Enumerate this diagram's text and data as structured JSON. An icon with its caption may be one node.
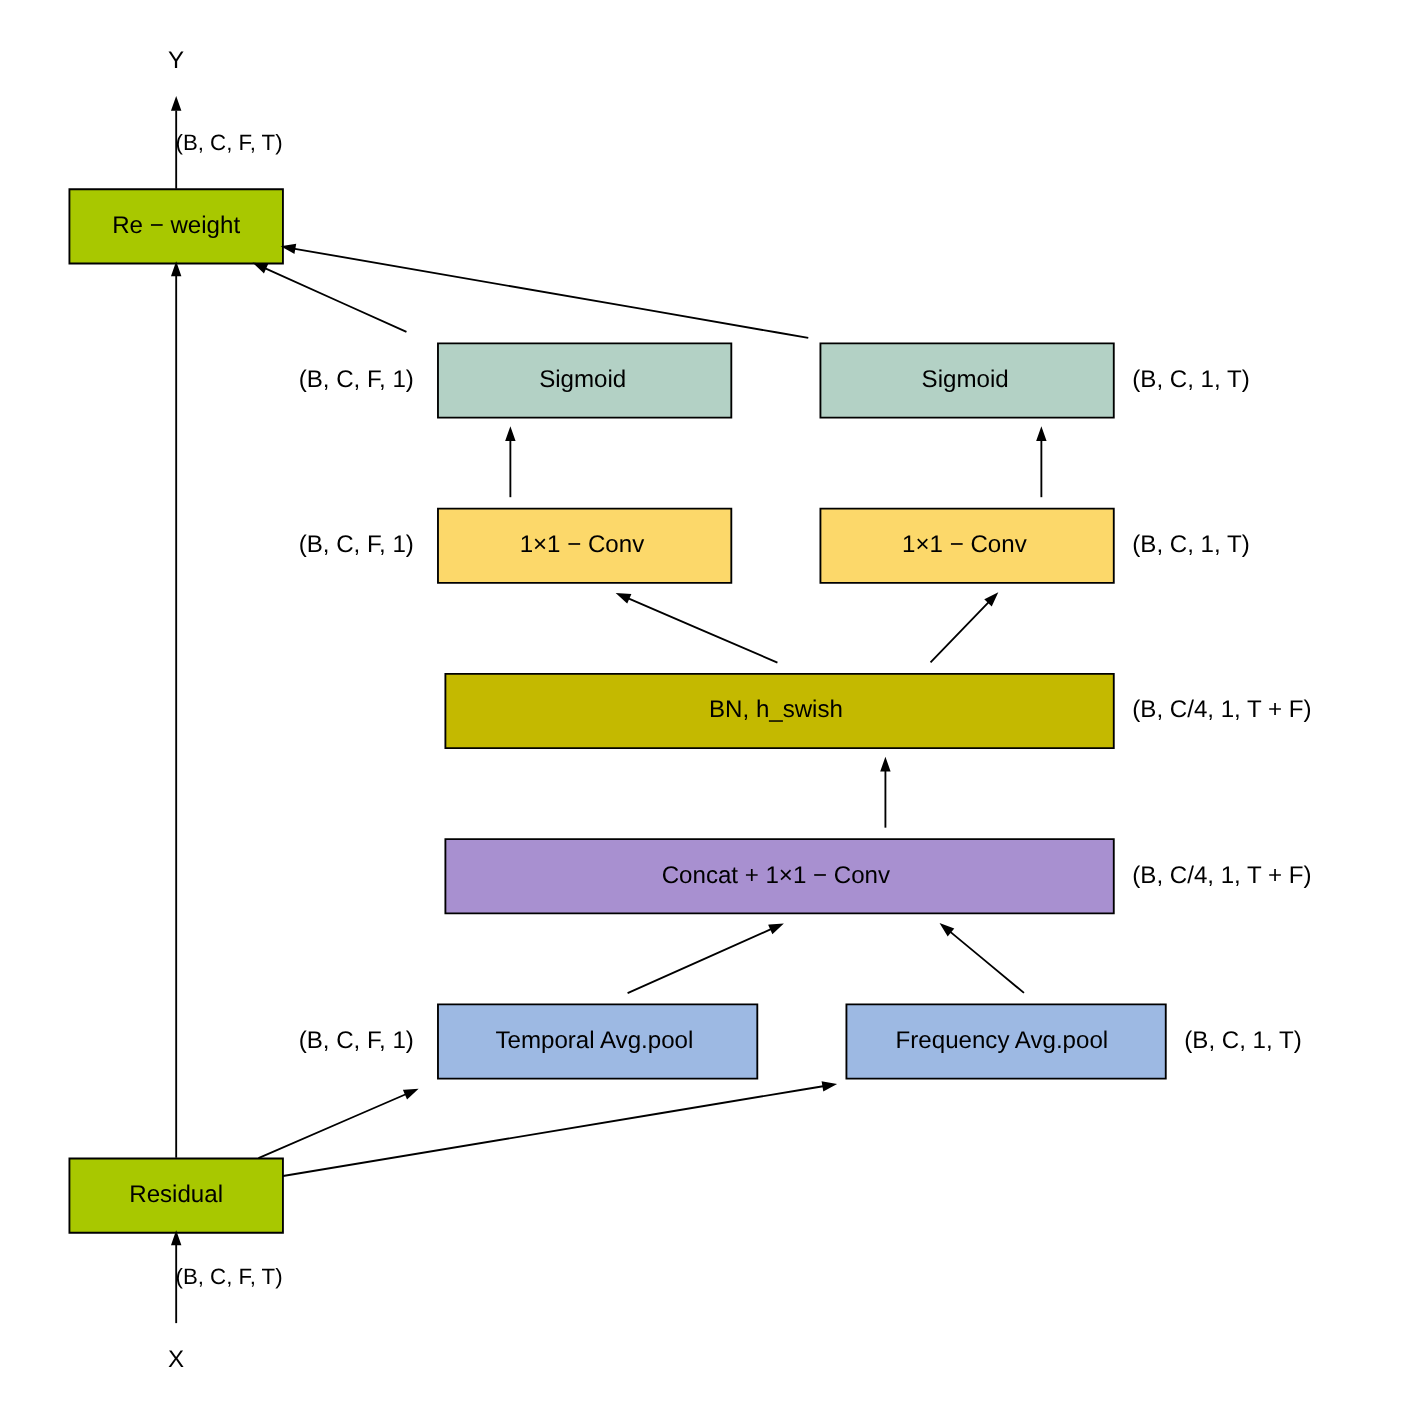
{
  "diagram": {
    "nodes": [
      {
        "text": [
          "Y"
        ]
      },
      {
        "text": [
          "Re − weight"
        ]
      },
      {
        "text": [
          "Sigmoid"
        ],
        "beside": [
          "(B, C, F, 1)"
        ]
      },
      {
        "text": [
          "Sigmoid"
        ],
        "beside": [
          "(B, C, 1, T)"
        ]
      },
      {
        "text": [
          "1×1 − Conv"
        ],
        "beside": [
          "(B, C, F, 1)"
        ]
      },
      {
        "text": [
          "1×1 − Conv"
        ],
        "beside": [
          "(B, C, 1, T)"
        ]
      },
      {
        "text": [
          "BN, h_swish"
        ],
        "beside": [
          "(B, C/4, 1, T + F)"
        ]
      },
      {
        "text": [
          "Concat + 1×1 − Conv"
        ],
        "beside": [
          "(B, C/4, 1, T + F)"
        ]
      },
      {
        "text": [
          "Temporal Avg.pool"
        ],
        "beside": [
          "(B, C, F, 1)"
        ]
      },
      {
        "text": [
          "Frequency Avg.pool"
        ],
        "beside": [
          "(B, C, 1, T)"
        ]
      },
      {
        "text": [
          "Residual"
        ]
      },
      {
        "text": [
          "X"
        ]
      }
    ],
    "edges": [
      {
        "from": 11,
        "to": 10,
        "arrow": "to",
        "label": "(B, C, F, T)"
      },
      {
        "from": 10,
        "to": 8,
        "arrow": "to"
      },
      {
        "from": 10,
        "to": 9,
        "arrow": "to"
      },
      {
        "from": 10,
        "to": 1,
        "arrow": "to"
      },
      {
        "from": 8,
        "to": 7,
        "arrow": "to"
      },
      {
        "from": 9,
        "to": 7,
        "arrow": "to"
      },
      {
        "from": 7,
        "to": 6,
        "arrow": "to"
      },
      {
        "from": 6,
        "to": 4,
        "arrow": "to"
      },
      {
        "from": 6,
        "to": 5,
        "arrow": "to"
      },
      {
        "from": 4,
        "to": 2,
        "arrow": "to"
      },
      {
        "from": 5,
        "to": 3,
        "arrow": "to"
      },
      {
        "from": 2,
        "to": 1,
        "arrow": "to"
      },
      {
        "from": 3,
        "to": 1,
        "arrow": "to"
      },
      {
        "from": 1,
        "to": 0,
        "arrow": "to",
        "label": "(B, C, F, T)"
      }
    ]
  }
}
